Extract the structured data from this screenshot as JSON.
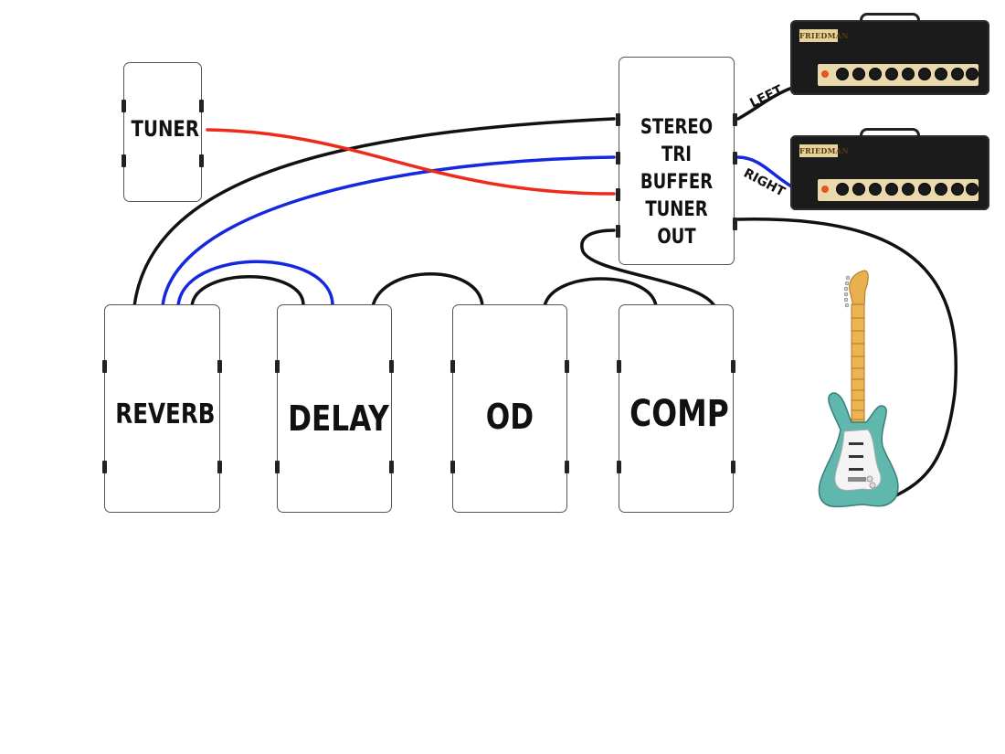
{
  "pedals": {
    "tuner": "TUNER",
    "reverb": "REVERB",
    "delay": "DELAY",
    "od": "OD",
    "comp": "COMP"
  },
  "buffer": {
    "lines": [
      "STEREO",
      "TRI",
      "BUFFER",
      "TUNER",
      "OUT"
    ]
  },
  "outputs": {
    "left": "LEFT",
    "right": "RIGHT"
  },
  "amps": {
    "brand": "FRIEDMAN"
  },
  "cable_colors": {
    "black": "#111111",
    "blue": "#1428e0",
    "red": "#ee2a1a"
  }
}
